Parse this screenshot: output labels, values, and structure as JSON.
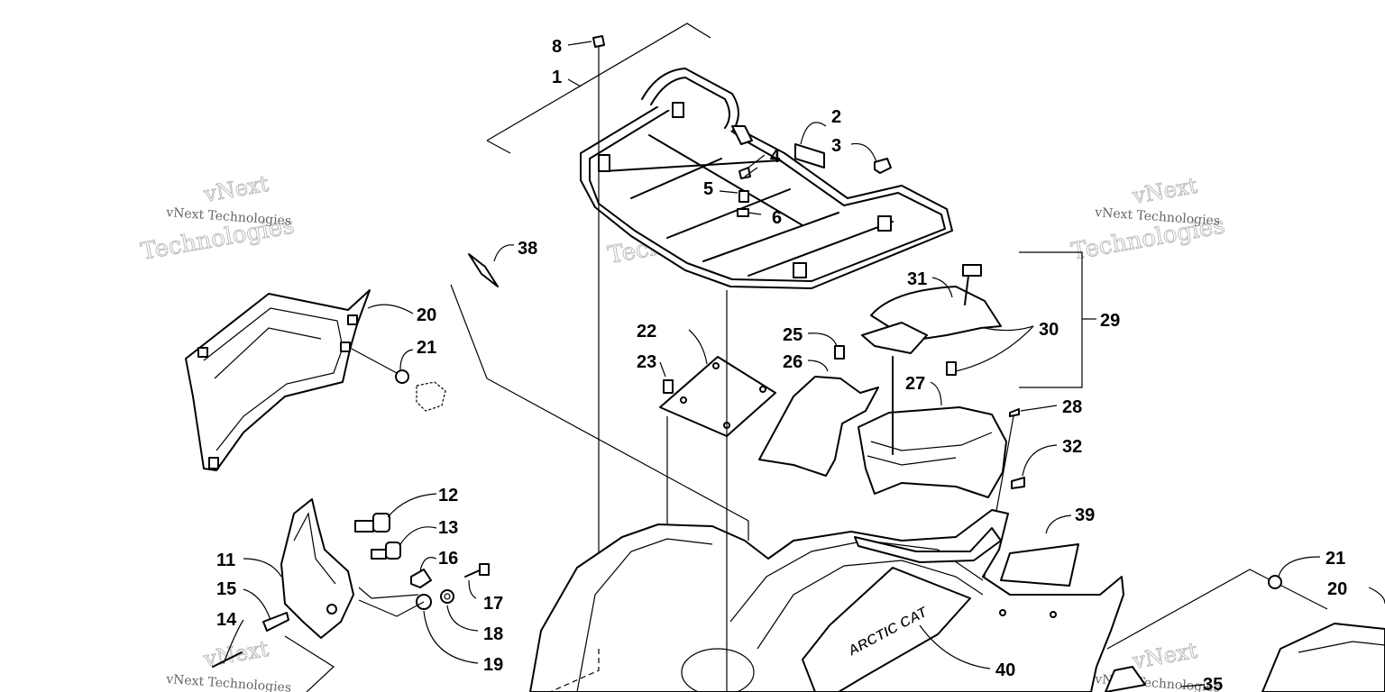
{
  "diagram": {
    "callouts": [
      {
        "id": "c8",
        "label": "8"
      },
      {
        "id": "c1",
        "label": "1"
      },
      {
        "id": "c2",
        "label": "2"
      },
      {
        "id": "c3",
        "label": "3"
      },
      {
        "id": "c4",
        "label": "4"
      },
      {
        "id": "c5",
        "label": "5"
      },
      {
        "id": "c6",
        "label": "6"
      },
      {
        "id": "c38",
        "label": "38"
      },
      {
        "id": "c20a",
        "label": "20"
      },
      {
        "id": "c21a",
        "label": "21"
      },
      {
        "id": "c31",
        "label": "31"
      },
      {
        "id": "c30",
        "label": "30"
      },
      {
        "id": "c29",
        "label": "29"
      },
      {
        "id": "c22",
        "label": "22"
      },
      {
        "id": "c23",
        "label": "23"
      },
      {
        "id": "c25",
        "label": "25"
      },
      {
        "id": "c26",
        "label": "26"
      },
      {
        "id": "c27",
        "label": "27"
      },
      {
        "id": "c28",
        "label": "28"
      },
      {
        "id": "c32",
        "label": "32"
      },
      {
        "id": "c12",
        "label": "12"
      },
      {
        "id": "c13",
        "label": "13"
      },
      {
        "id": "c11",
        "label": "11"
      },
      {
        "id": "c16",
        "label": "16"
      },
      {
        "id": "c17",
        "label": "17"
      },
      {
        "id": "c15",
        "label": "15"
      },
      {
        "id": "c18",
        "label": "18"
      },
      {
        "id": "c14",
        "label": "14"
      },
      {
        "id": "c19",
        "label": "19"
      },
      {
        "id": "c39",
        "label": "39"
      },
      {
        "id": "c21b",
        "label": "21"
      },
      {
        "id": "c20b",
        "label": "20"
      },
      {
        "id": "c40",
        "label": "40"
      },
      {
        "id": "c35",
        "label": "35"
      }
    ]
  },
  "watermark": {
    "line1": "vNext",
    "line2": "Technologies",
    "small": "vNext Technologies"
  },
  "brand_decal": "ARCTIC CAT"
}
